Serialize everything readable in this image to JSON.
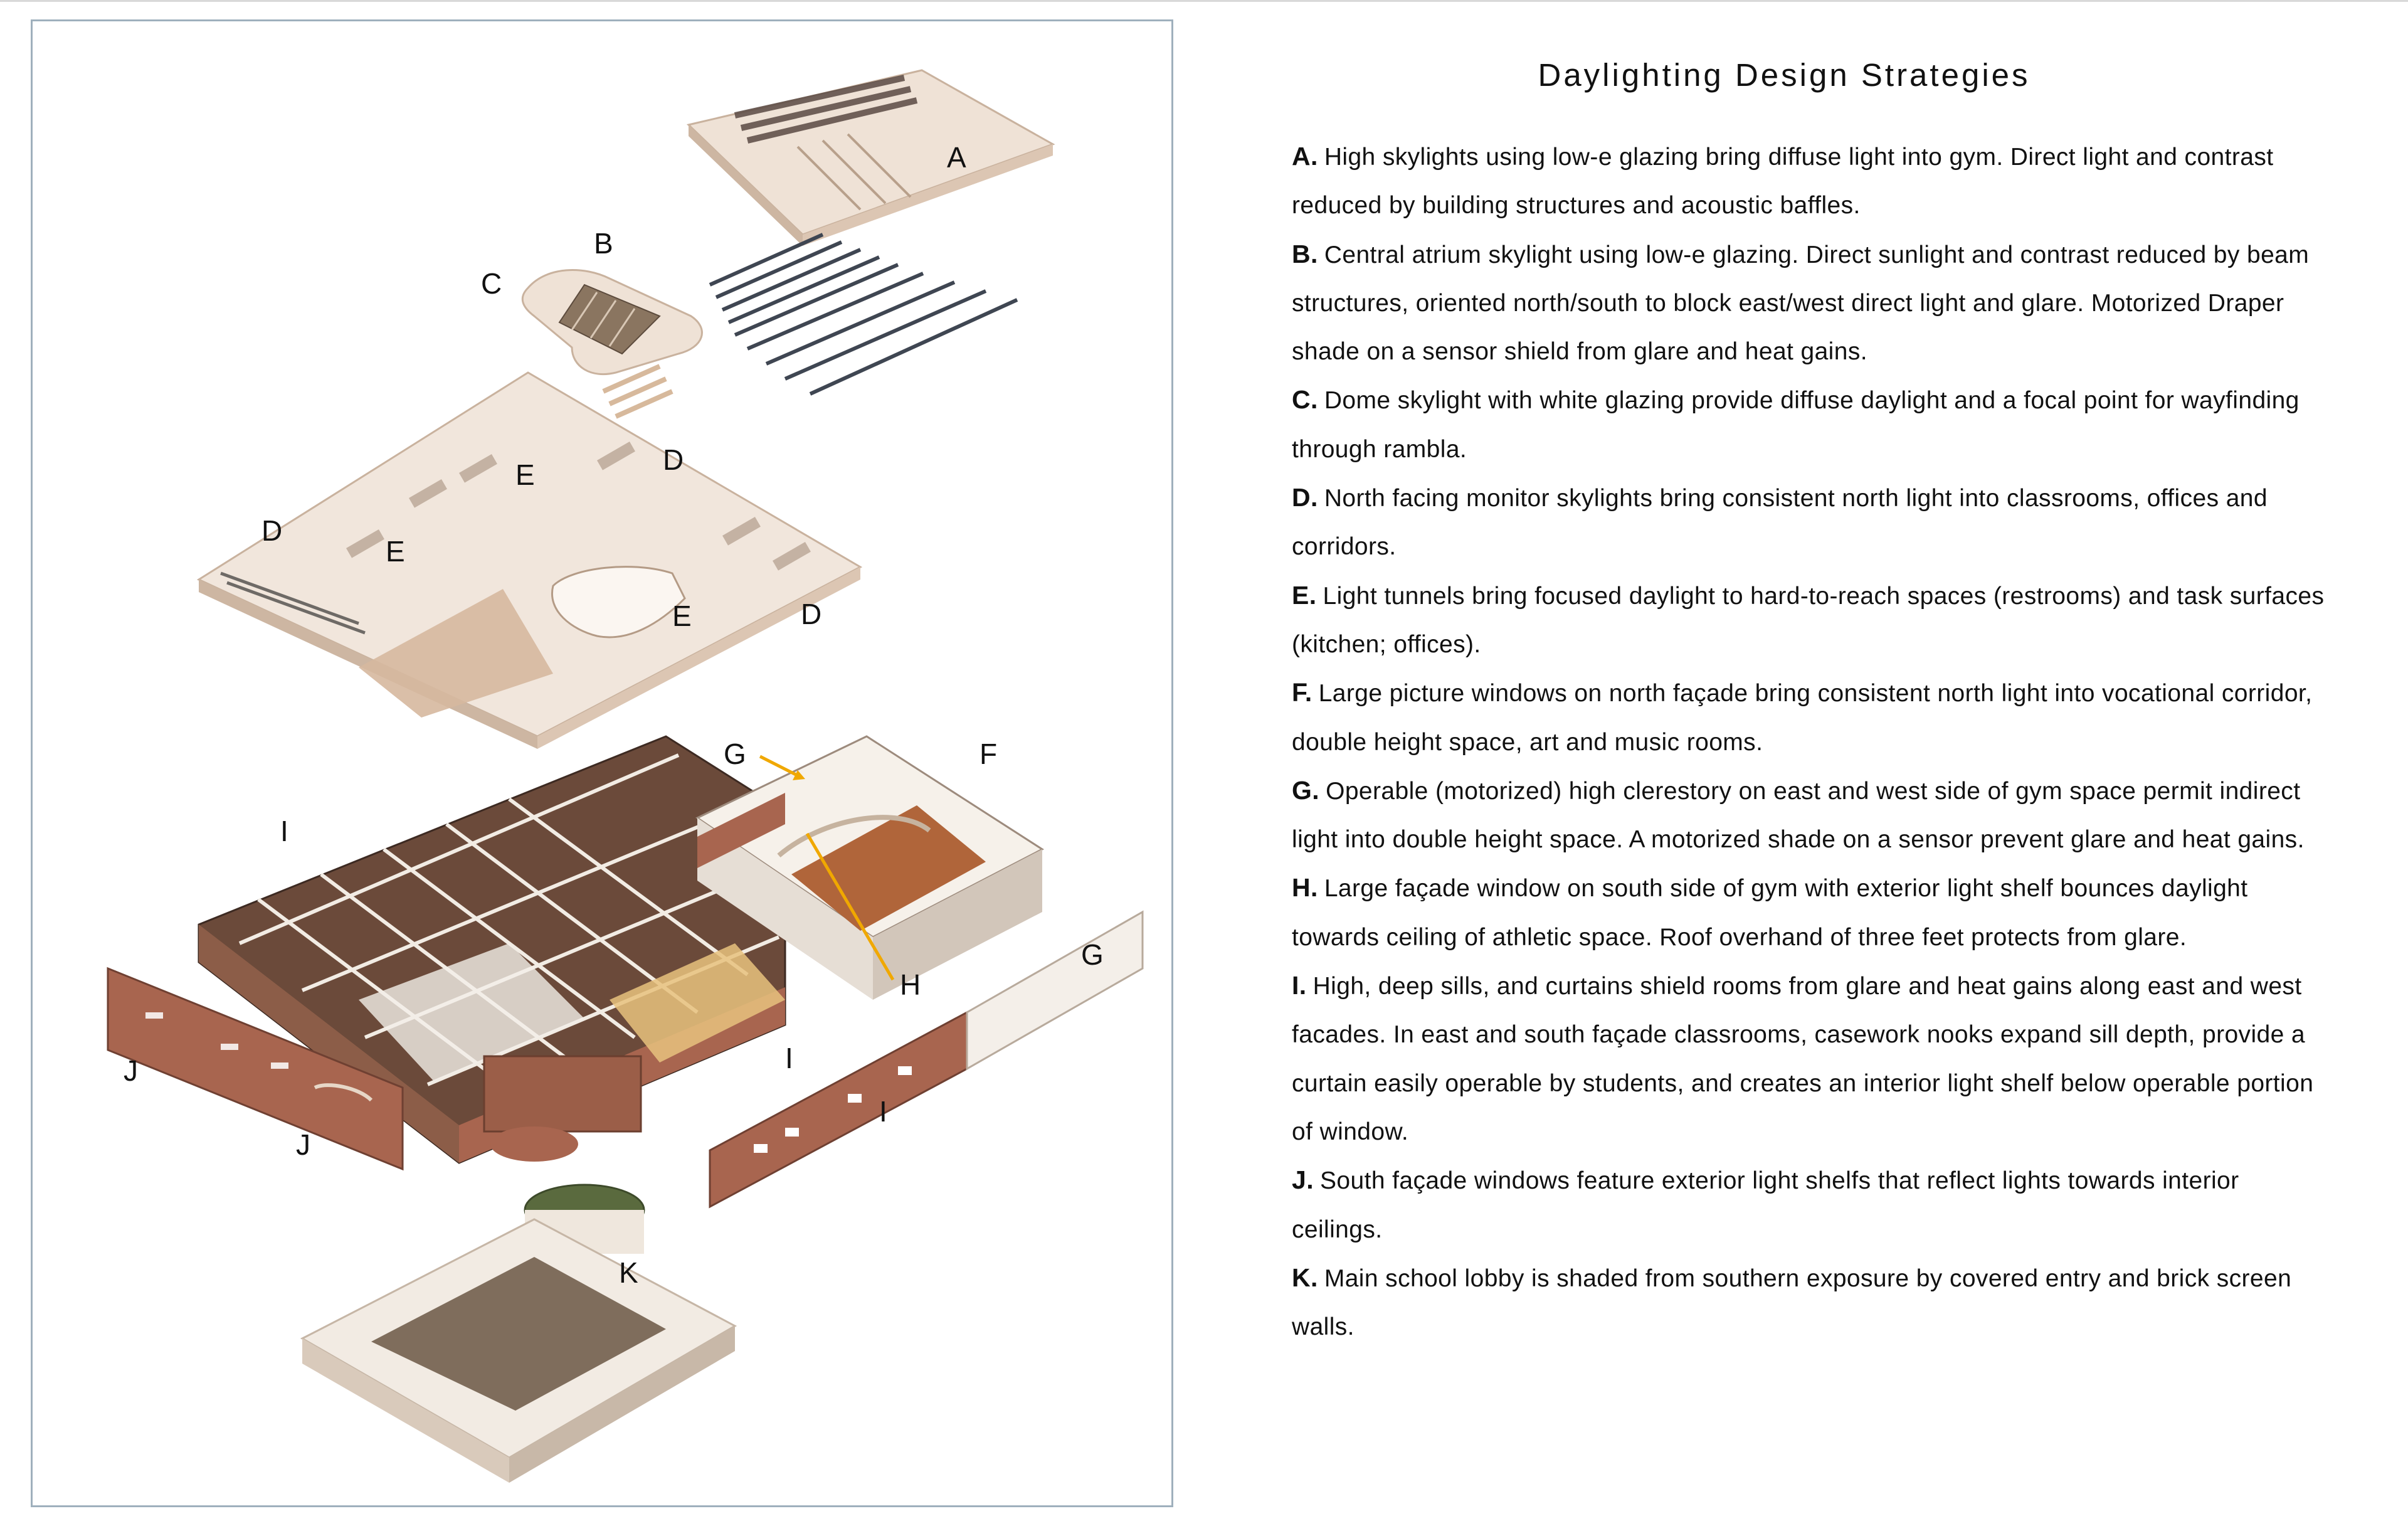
{
  "title": "Daylighting Design Strategies",
  "strategies": [
    {
      "key": "A.",
      "text": "High skylights using low-e glazing bring diffuse light into gym. Direct light and contrast reduced by building structures and acoustic baffles."
    },
    {
      "key": "B.",
      "text": "Central atrium skylight using low-e glazing. Direct sunlight and contrast reduced by beam structures, oriented north/south to block east/west direct light and glare. Motorized Draper shade on a sensor shield from glare and heat gains."
    },
    {
      "key": "C.",
      "text": "Dome skylight with white glazing provide diffuse daylight and a focal point for wayfinding through rambla."
    },
    {
      "key": "D.",
      "text": "North facing monitor skylights bring consistent north light into classrooms, offices and corridors."
    },
    {
      "key": "E.",
      "text": "Light tunnels bring focused daylight to hard-to-reach spaces (restrooms) and task surfaces (kitchen; offices)."
    },
    {
      "key": "F.",
      "text": "Large picture windows on north façade bring consistent north light into vocational corridor, double height space, art and music rooms."
    },
    {
      "key": "G.",
      "text": "Operable (motorized) high clerestory on east and west side of gym space permit indirect light into double height space. A motorized shade on a sensor prevent glare and heat gains."
    },
    {
      "key": "H.",
      "text": "Large façade window on south side of gym with exterior light shelf bounces daylight towards ceiling of athletic space. Roof overhand of three feet protects from glare."
    },
    {
      "key": "I.",
      "text": "High, deep sills, and curtains shield rooms from glare and heat gains along east and west facades. In east and south façade classrooms, casework nooks expand sill depth, provide a curtain easily operable by students, and creates an interior light shelf below operable portion of window."
    },
    {
      "key": "J.",
      "text": "South façade windows feature exterior light shelfs that reflect lights towards interior ceilings."
    },
    {
      "key": "K.",
      "text": "Main school lobby is shaded from southern exposure by covered entry and brick screen walls."
    }
  ],
  "callouts": {
    "a": "A",
    "b": "B",
    "c": "C",
    "d1": "D",
    "d2": "D",
    "d3": "D",
    "e1": "E",
    "e2": "E",
    "e3": "E",
    "f": "F",
    "g1": "G",
    "g2": "G",
    "h": "H",
    "i1": "I",
    "i2": "I",
    "i3": "I",
    "j1": "J",
    "j2": "J",
    "k": "K"
  },
  "colors": {
    "panel_border": "#9fb0bd",
    "arrow": "#f0a800",
    "brick": "#a8654f",
    "roof": "#efe2d6",
    "floor": "#6b4a3a"
  }
}
